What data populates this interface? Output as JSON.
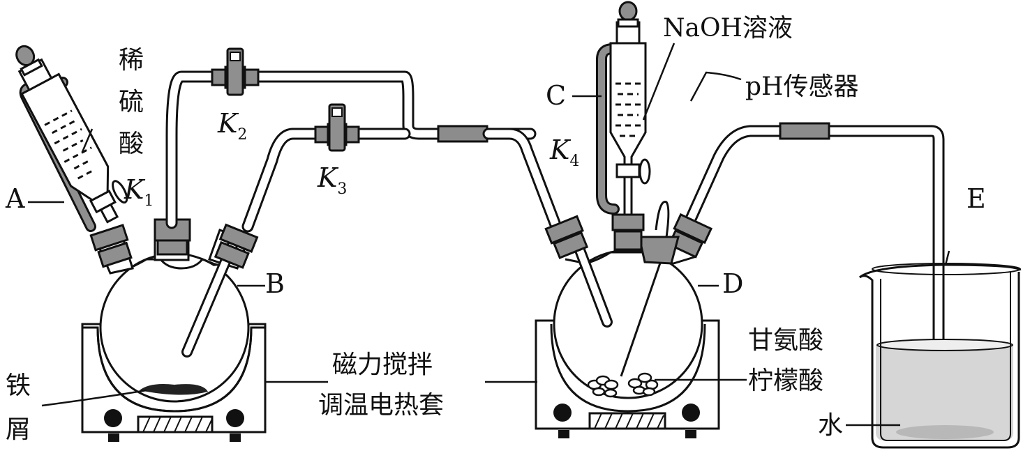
{
  "labels": {
    "A": "A",
    "B": "B",
    "C": "C",
    "D": "D",
    "E": "E",
    "dilute_acid": [
      "稀",
      "硫",
      "酸"
    ],
    "iron": [
      "铁",
      "屑"
    ],
    "K": "K",
    "k1_sub": "1",
    "k2_sub": "2",
    "k3_sub": "3",
    "k4_sub": "4",
    "naoh": "NaOH溶液",
    "ph_sensor": "pH传感器",
    "stirrer": [
      "磁力搅拌",
      "调温电热套"
    ],
    "reagents": [
      "甘氨酸",
      "柠檬酸"
    ],
    "water": "水"
  }
}
